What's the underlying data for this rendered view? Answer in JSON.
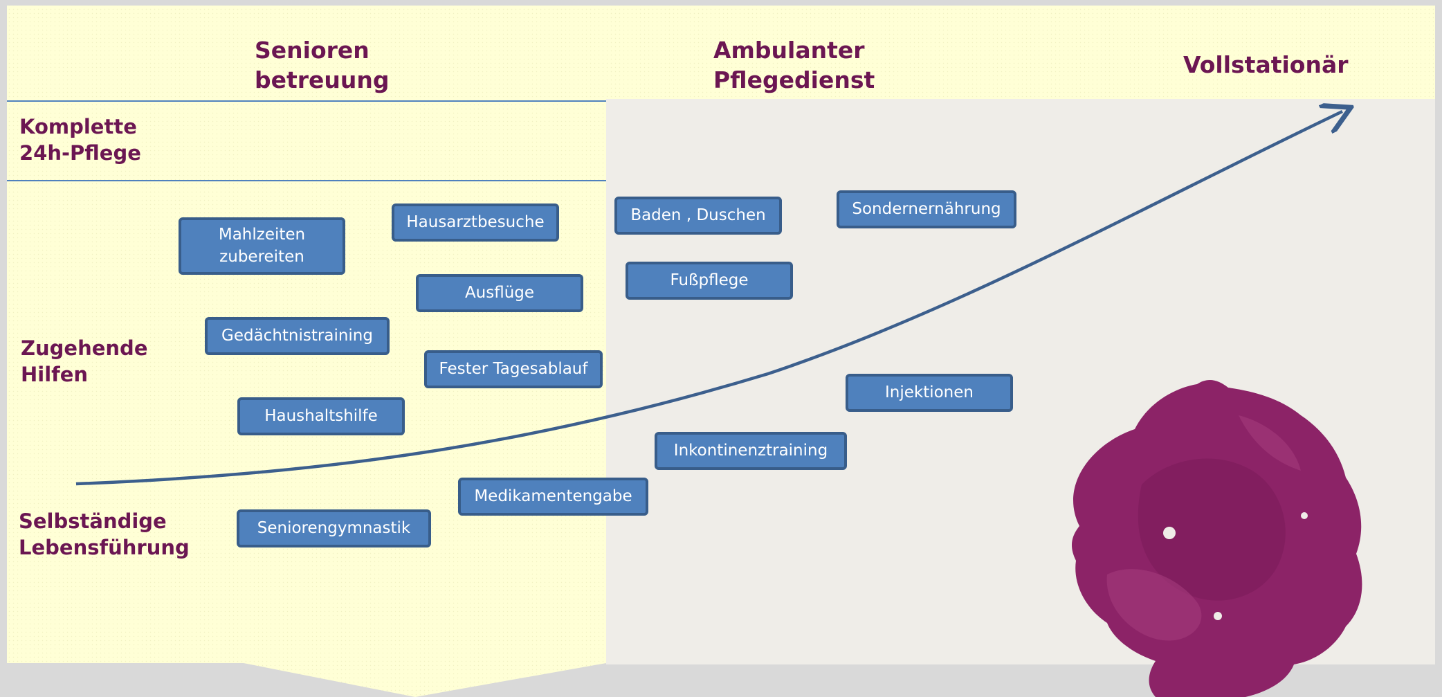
{
  "columns": {
    "senioren": "Senioren\nbetreuung",
    "ambulant": "Ambulanter\nPflegedienst",
    "vollstationaer": "Vollstationär"
  },
  "rows": {
    "komplett": "Komplette\n24h-Pflege",
    "zugehend": "Zugehende\nHilfen",
    "selbstaendig": "Selbständige\nLebensführung"
  },
  "tasks": {
    "mahlzeiten": "Mahlzeiten\nzubereiten",
    "hausarzt": "Hausarztbesuche",
    "ausfluege": "Ausflüge",
    "gedaechtnis": "Gedächtnistraining",
    "tagesablauf": "Fester Tagesablauf",
    "haushalt": "Haushaltshilfe",
    "gymnastik": "Seniorengymnastik",
    "medikamente": "Medikamentengabe",
    "baden": "Baden , Duschen",
    "fusspflege": "Fußpflege",
    "sonder": "Sondernernährung",
    "injektionen": "Injektionen",
    "inkontinenz": "Inkontinenztraining"
  },
  "colors": {
    "header_text": "#6b1652",
    "box_fill": "#4f81bd",
    "box_border": "#385d8a",
    "arrow": "#3c5f8d",
    "yellow_panel": "#ffffd6",
    "grey_panel": "#efede8",
    "blot": "#8c2367"
  }
}
